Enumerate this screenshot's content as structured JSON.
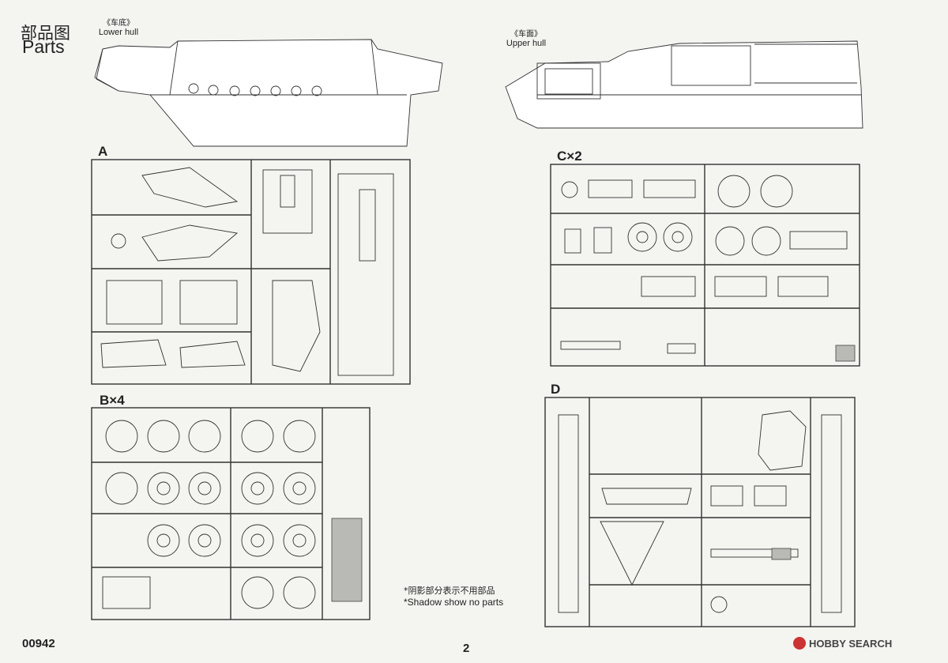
{
  "header": {
    "title_cn": "部品图",
    "title_en": "Parts"
  },
  "hull": {
    "lower_cn": "《车底》",
    "lower_en": "Lower hull",
    "upper_cn": "《车面》",
    "upper_en": "Upper hull"
  },
  "sprues": {
    "a": "A",
    "b": "B×4",
    "c": "C×2",
    "d": "D"
  },
  "note": {
    "cn": "*阴影部分表示不用部品",
    "en": "*Shadow show no parts"
  },
  "footer": {
    "code": "00942",
    "page": "2",
    "watermark": "HOBBY SEARCH"
  }
}
